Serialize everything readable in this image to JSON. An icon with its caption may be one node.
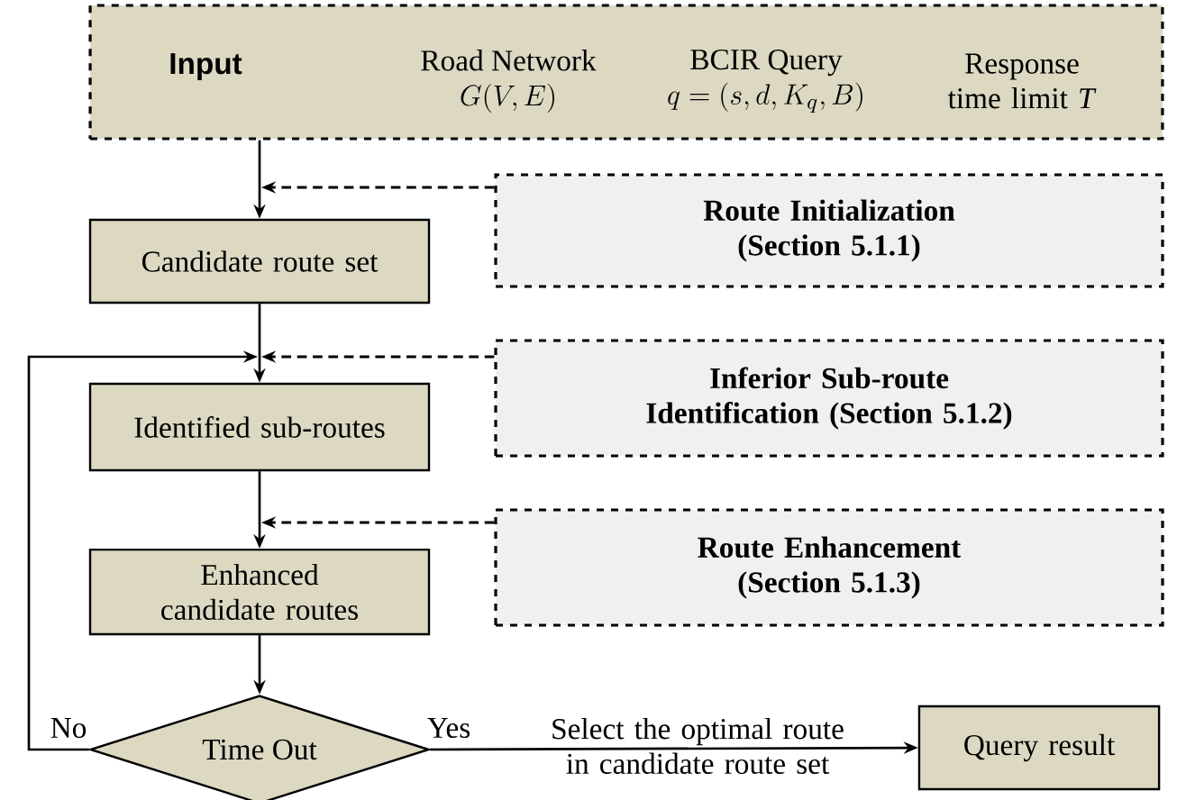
{
  "diagram": {
    "nodes": [
      {
        "text": [
          "Input",
          "Road Network",
          "G(V,E)",
          "BCIR Query",
          "q=(s,d,K_q,B)",
          "Response time limit *T*"
        ]
      },
      {
        "text": [
          "Candidate route set"
        ]
      },
      {
        "text": [
          "Route Initialization (Section 5.1.1)"
        ]
      },
      {
        "text": [
          "Identified sub-routes"
        ]
      },
      {
        "text": [
          "Inferior Sub-route Identification (Section 5.1.2)"
        ]
      },
      {
        "text": [
          "Enhanced candidate routes"
        ]
      },
      {
        "text": [
          "Route Enhancement (Section 5.1.3)"
        ]
      },
      {
        "text": [
          "Time Out"
        ]
      },
      {
        "text": [
          "Query result"
        ]
      }
    ],
    "edges": [
      {
        "from": 0,
        "to": 1,
        "arrow": "to"
      },
      {
        "from": 2,
        "to": null,
        "arrow": "to",
        "style": "dashed"
      },
      {
        "from": 1,
        "to": 3,
        "arrow": "to"
      },
      {
        "from": 4,
        "to": null,
        "arrow": "to",
        "style": "dashed"
      },
      {
        "from": 3,
        "to": 5,
        "arrow": "to"
      },
      {
        "from": 6,
        "to": null,
        "arrow": "to",
        "style": "dashed"
      },
      {
        "from": 5,
        "to": 7,
        "arrow": "to"
      },
      {
        "from": 7,
        "to": 3,
        "arrow": "to",
        "label": "No"
      },
      {
        "from": 7,
        "to": 8,
        "arrow": "to",
        "label": "Yes"
      }
    ],
    "labels": [
      "Select the optimal route in candidate route set"
    ]
  }
}
